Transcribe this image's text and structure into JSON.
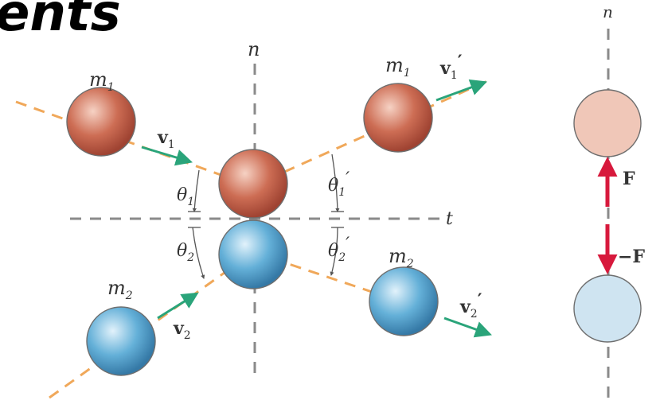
{
  "heading_fragment": "ents",
  "axes": {
    "normal": "n",
    "tangent": "t",
    "normal_right": "n"
  },
  "labels": {
    "m1_before": {
      "base": "m",
      "sub": "1"
    },
    "m2_before": {
      "base": "m",
      "sub": "2"
    },
    "m1_after": {
      "base": "m",
      "sub": "1"
    },
    "m2_after": {
      "base": "m",
      "sub": "2"
    },
    "v1": {
      "base": "v",
      "sub": "1"
    },
    "v2": {
      "base": "v",
      "sub": "2"
    },
    "v1_prime": {
      "base": "v",
      "sub": "1",
      "prime": "′"
    },
    "v2_prime": {
      "base": "v",
      "sub": "2",
      "prime": "′"
    },
    "theta1": {
      "base": "θ",
      "sub": "1"
    },
    "theta2": {
      "base": "θ",
      "sub": "2"
    },
    "theta1_prime": {
      "base": "θ",
      "sub": "1",
      "prime": "′"
    },
    "theta2_prime": {
      "base": "θ",
      "sub": "2",
      "prime": "′"
    }
  },
  "forces": {
    "up": "F",
    "down": "−F"
  },
  "colors": {
    "ball_red": "#c9644a",
    "ball_red_light": "#f0c7b8",
    "ball_blue": "#5aa7cf",
    "ball_blue_light": "#cfe4f1",
    "path_orange": "#f0a85a",
    "velocity_green": "#2aa47a",
    "force_red": "#d7193c",
    "axis_gray": "#8a8a8a"
  }
}
